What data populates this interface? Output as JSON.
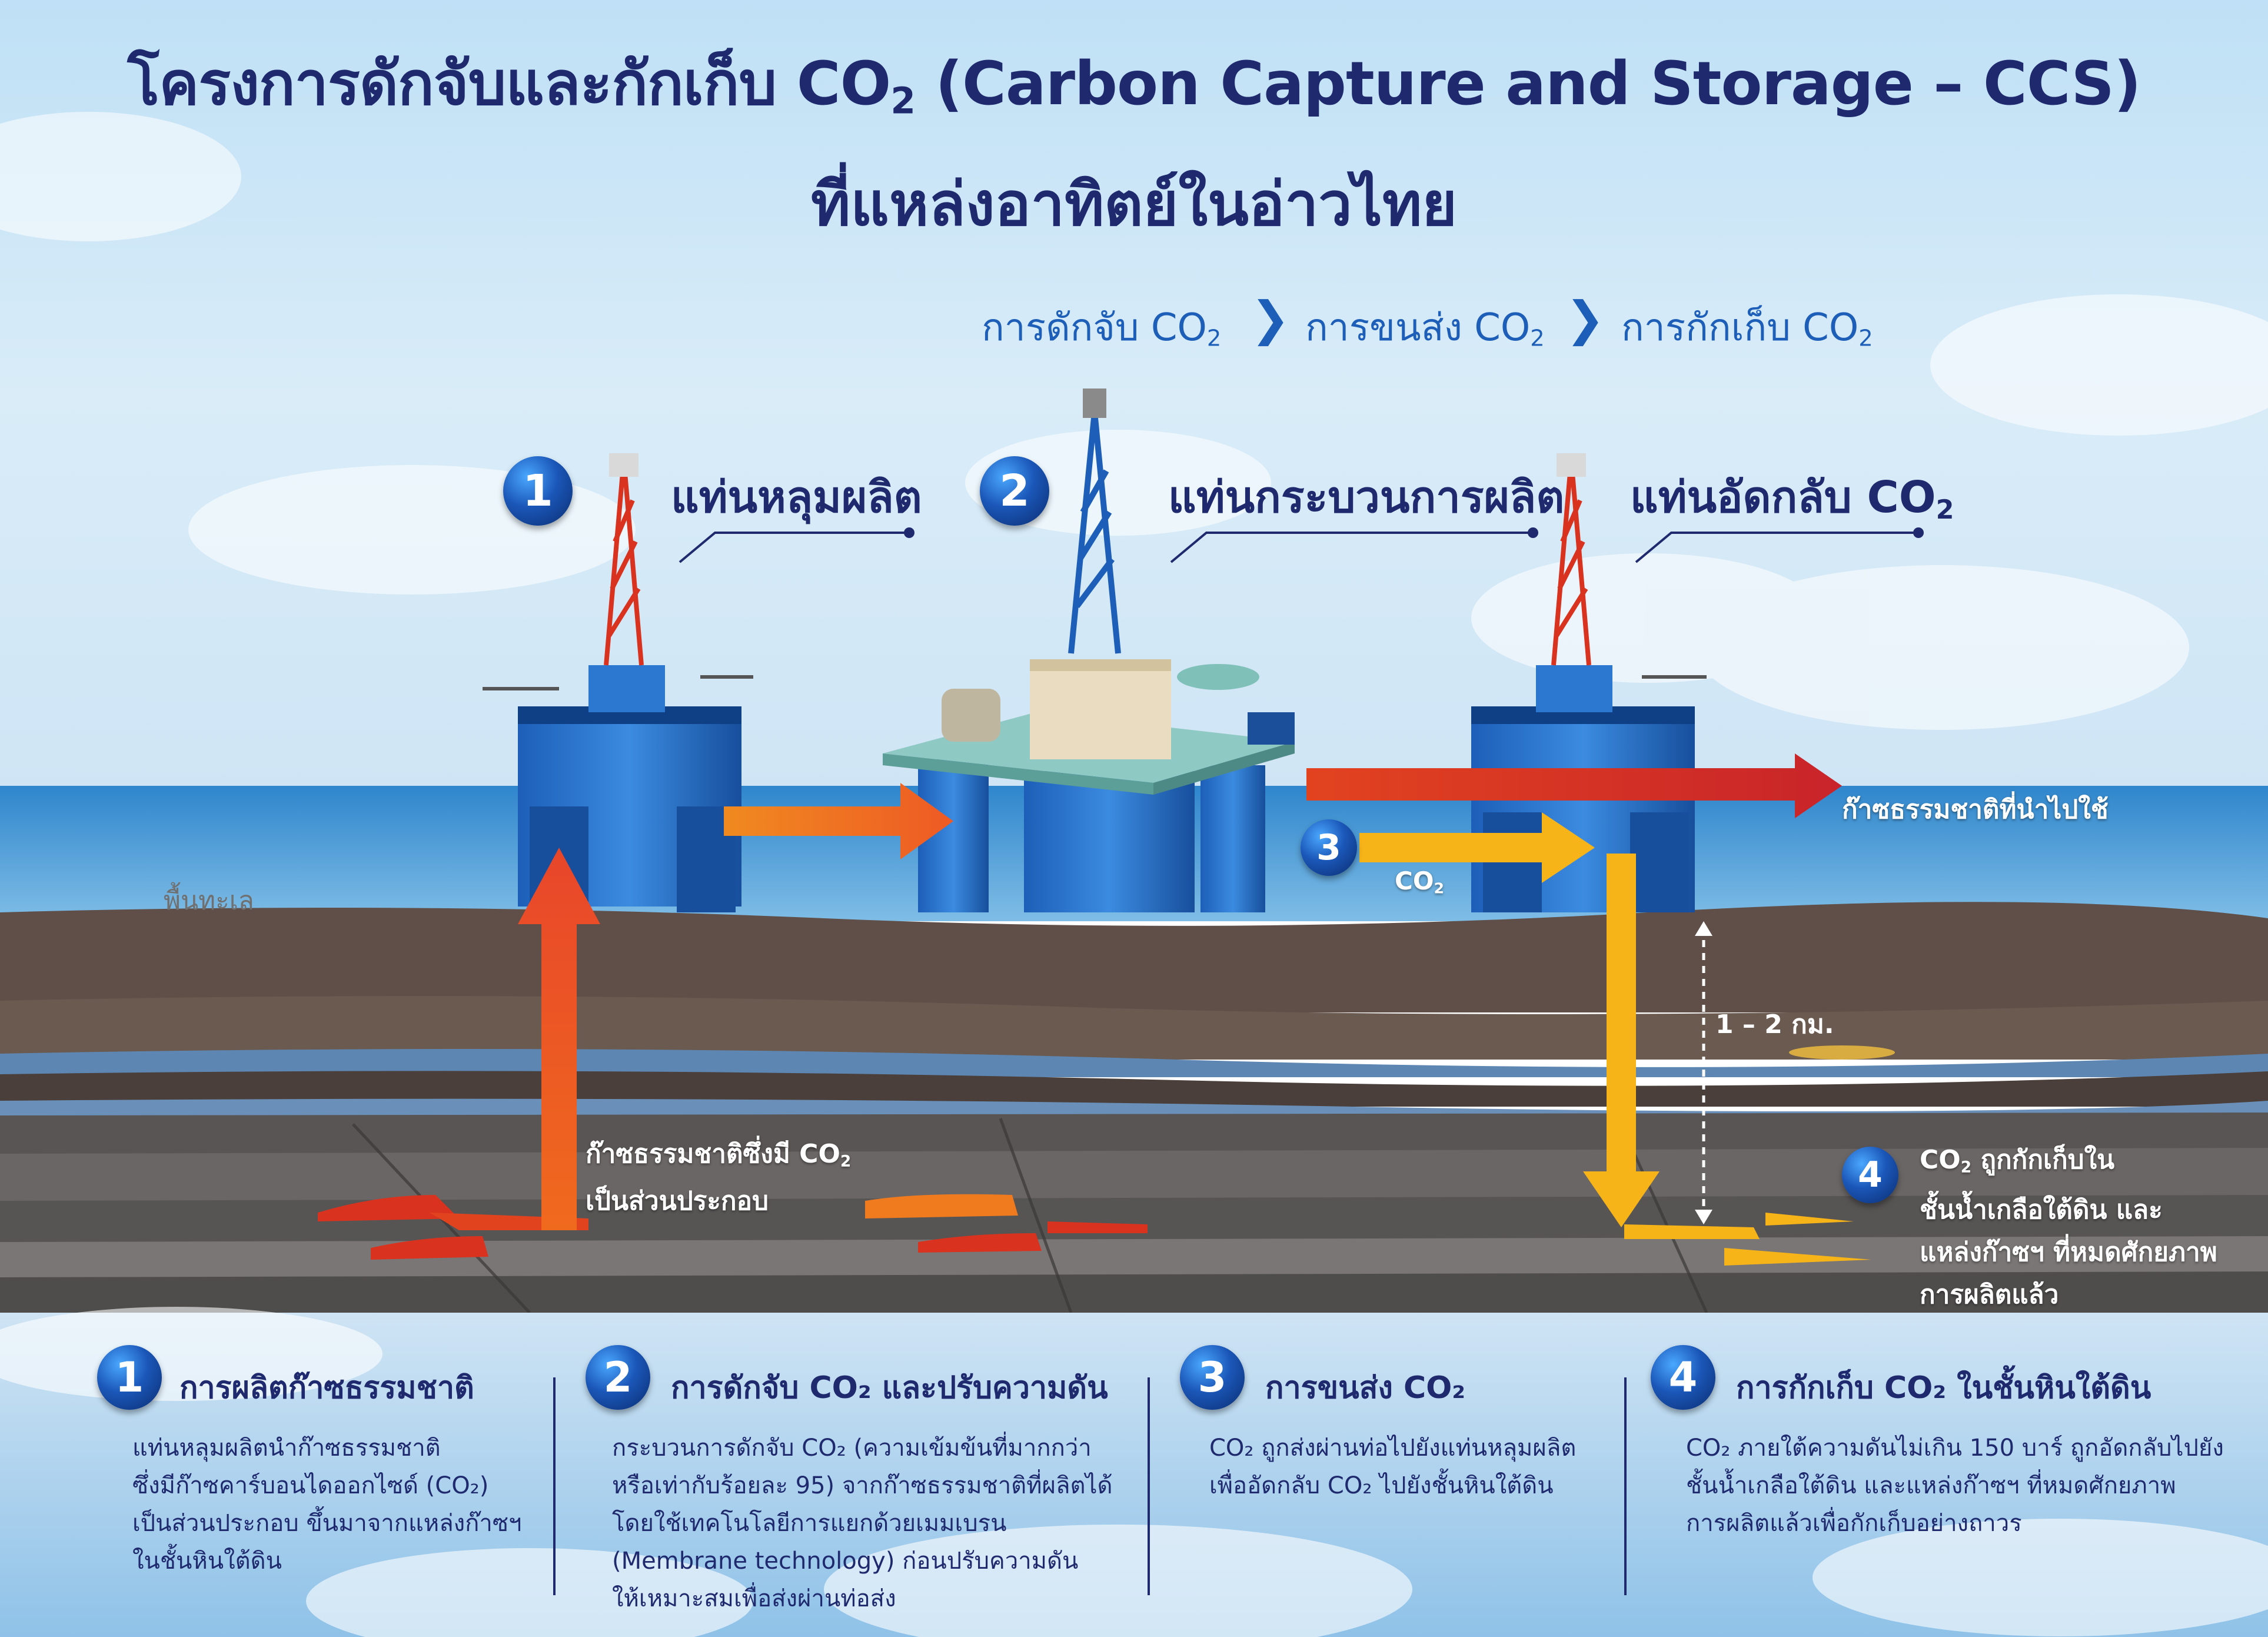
{
  "title": {
    "line1_prefix": "โครงการดักจับและกักเก็บ CO",
    "line1_suffix": " (Carbon Capture and Storage – CCS)",
    "line2": "ที่แหล่งอาทิตย์ในอ่าวไทย",
    "subscript": "2"
  },
  "flow": [
    {
      "label": "การดักจับ CO",
      "sub": "2"
    },
    {
      "label": "การขนส่ง CO",
      "sub": "2"
    },
    {
      "label": "การกักเก็บ CO",
      "sub": "2"
    }
  ],
  "platforms": [
    {
      "number": "1",
      "label": "แท่นหลุมผลิต",
      "sub": ""
    },
    {
      "number": "2",
      "label": "แท่นกระบวนการผลิต",
      "sub": ""
    },
    {
      "number": "3",
      "label": "แท่นอัดกลับ CO",
      "sub": "2"
    }
  ],
  "annotations": {
    "seabed": "พื้นทะเล",
    "gas_out": "ก๊าซธรรมชาติที่นำไปใช้",
    "co2_pipe_prefix": "CO",
    "co2_pipe_sub": "2",
    "step3_badge": "3",
    "step4_badge": "4",
    "depth": "1 – 2 กม.",
    "gas_with_co2_line1": "ก๊าซธรรมชาติซึ่งมี CO",
    "gas_with_co2_line1_sub": "2",
    "gas_with_co2_line2": "เป็นส่วนประกอบ",
    "stored_line1_prefix": "CO",
    "stored_line1_sub": "2",
    "stored_line1_suffix": " ถูกกักเก็บใน",
    "stored_line2": "ชั้นน้ำเกลือใต้ดิน และ",
    "stored_line3": "แหล่งก๊าซฯ ที่หมดศักยภาพ",
    "stored_line4": "การผลิตแล้ว"
  },
  "steps": [
    {
      "number": "1",
      "title": "การผลิตก๊าซธรรมชาติ",
      "lines": [
        "แท่นหลุมผลิตนำก๊าซธรรมชาติ",
        "ซึ่งมีก๊าซคาร์บอนไดออกไซด์ (CO₂)",
        "เป็นส่วนประกอบ ขึ้นมาจากแหล่งก๊าซฯ",
        "ในชั้นหินใต้ดิน"
      ]
    },
    {
      "number": "2",
      "title": "การดักจับ CO₂ และปรับความดัน",
      "lines": [
        "กระบวนการดักจับ CO₂ (ความเข้มข้นที่มากกว่า",
        "หรือเท่ากับร้อยละ 95) จากก๊าซธรรมชาติที่ผลิตได้",
        "โดยใช้เทคโนโลยีการแยกด้วยเมมเบรน",
        "(Membrane technology) ก่อนปรับความดัน",
        "ให้เหมาะสมเพื่อส่งผ่านท่อส่ง"
      ]
    },
    {
      "number": "3",
      "title": "การขนส่ง CO₂",
      "lines": [
        "CO₂ ถูกส่งผ่านท่อไปยังแท่นหลุมผลิต",
        "เพื่ออัดกลับ CO₂ ไปยังชั้นหินใต้ดิน"
      ]
    },
    {
      "number": "4",
      "title": "การกักเก็บ CO₂ ในชั้นหินใต้ดิน",
      "lines": [
        "CO₂ ภายใต้ความดันไม่เกิน 150 บาร์ ถูกอัดกลับไปยัง",
        "ชั้นน้ำเกลือใต้ดิน และแหล่งก๊าซฯ ที่หมดศักยภาพ",
        "การผลิตแล้วเพื่อกักเก็บอย่างถาวร"
      ]
    }
  ],
  "colors": {
    "title": "#1f2a6e",
    "flow": "#1d5fb8",
    "sea": "#3a8ed0",
    "rock_dark": "#5a4a42",
    "gas_red": "#d23a22",
    "co2_yellow": "#f6b418"
  }
}
